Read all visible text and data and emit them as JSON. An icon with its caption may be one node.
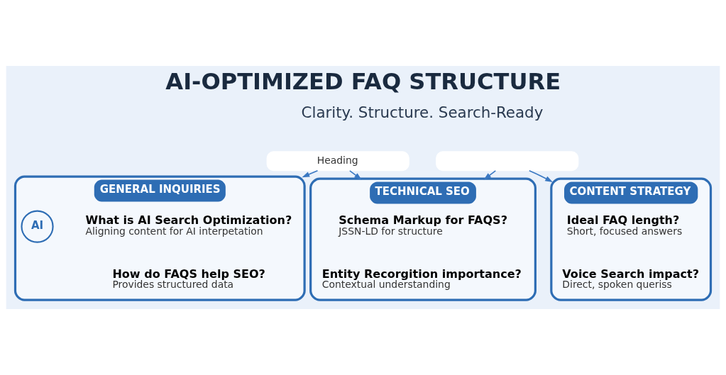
{
  "diagram": {
    "title": "AI-OPTIMIZED FAQ STRUCTURE",
    "nodes": [
      {
        "text": [
          "Heading"
        ]
      },
      {
        "text": [],
        "shape": "box"
      },
      {
        "text": [
          "GENERAL INQUIRIES"
        ]
      },
      {
        "text": [
          "What is AI Search Optimization?",
          "Aligning content for AI interpetation"
        ],
        "in": 2
      },
      {
        "text": [
          "How do FAQS help SEO?",
          "Provides structured data"
        ],
        "in": 2
      },
      {
        "text": [
          "TECHNICAL SEO"
        ]
      },
      {
        "text": [
          "Schema Markup for FAQS?",
          "JSSN-LD for structure"
        ],
        "in": 5
      },
      {
        "text": [
          "Entity Recorgition importance?",
          "Contextual understanding"
        ],
        "in": 5
      },
      {
        "text": [
          "CONTENT STRATEGY"
        ]
      },
      {
        "text": [
          "Ideal FAQ length?",
          "Short, focused answers"
        ],
        "in": 8
      },
      {
        "text": [
          "Voice Search impact?",
          "Direct, spoken queriss"
        ],
        "in": 8
      }
    ],
    "edges": [
      {
        "from": 0,
        "to": 2,
        "arrow": "to"
      },
      {
        "from": 0,
        "to": 5,
        "arrow": "to"
      },
      {
        "from": 1,
        "to": 5,
        "arrow": "to"
      },
      {
        "from": 1,
        "to": 8,
        "arrow": "to"
      }
    ],
    "labels": [
      "Clarity. Structure. Search-Ready",
      "AI"
    ]
  }
}
